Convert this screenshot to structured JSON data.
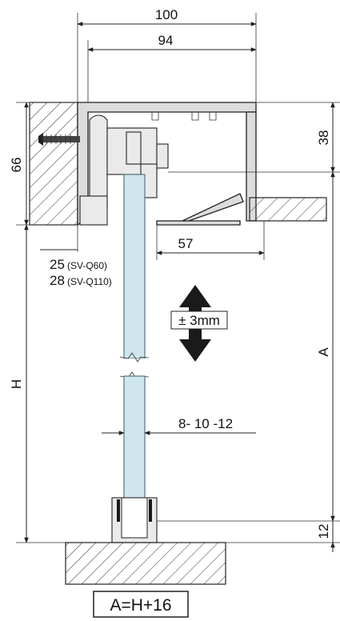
{
  "dimensions": {
    "width_outer": "100",
    "width_inner": "94",
    "profile_height": "66",
    "top_offset": "38",
    "panel_overlap": "57",
    "side_clearance_1": "25",
    "side_clearance_1_model": "(SV-Q60)",
    "side_clearance_2": "28",
    "side_clearance_2_model": "(SV-Q110)",
    "adjustment": "± 3mm",
    "glass_thickness": "8- 10 -12",
    "height_h": "H",
    "height_a": "A",
    "bottom_gap": "12"
  },
  "formula": "A=H+16",
  "colors": {
    "glass": "#cfe6ee",
    "profile": "#dcdcdc",
    "arrow": "#1a1a1a"
  }
}
